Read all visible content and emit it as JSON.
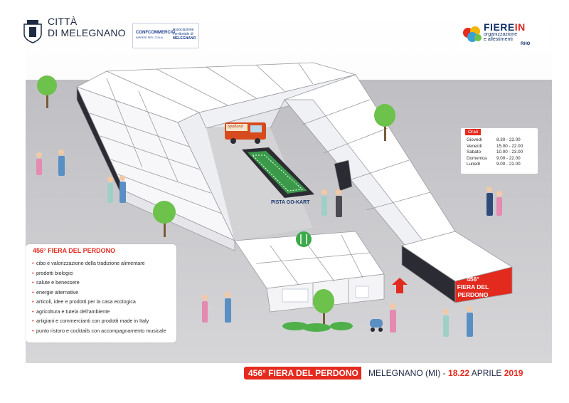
{
  "header": {
    "city": [
      "CITTÀ",
      "DI MELEGNANO"
    ],
    "confcommercio": {
      "name": "CONFCOMMERCIO",
      "sub": "IMPRESE PER L'ITALIA",
      "association": [
        "Associazione",
        "Territoriale di",
        "MELEGNANO"
      ]
    },
    "fierein": {
      "title_a": "FIERE",
      "title_b": "IN",
      "subtitle": [
        "organizzazione",
        "e allestimenti"
      ],
      "location": "RHO"
    }
  },
  "info_panel": {
    "title": "456° FIERA DEL PERDONO",
    "items": [
      "cibo e valorizzazione della tradizione alimentare",
      "prodotti biologici",
      "salute e benessere",
      "energie alternative",
      "articoli, idee e prodotti per la casa ecologica",
      "agricoltura e tutela dell'ambiente",
      "artigiani e commercianti con prodotti made in Italy",
      "punto ristoro e cocktails con accompagnamento musicale"
    ]
  },
  "hours": {
    "title": "Orari",
    "rows": [
      {
        "day": "Giovedì",
        "time": "8.30 - 22.00"
      },
      {
        "day": "Venerdì",
        "time": "15.00 - 22.00"
      },
      {
        "day": "Sabato",
        "time": "10.00 - 23.00"
      },
      {
        "day": "Domenica",
        "time": "9.00 - 22.00"
      },
      {
        "day": "Lunedì",
        "time": "9.00 - 22.00"
      }
    ]
  },
  "map": {
    "kart_label": "PISTA GO-KART",
    "tent_label": [
      "456°",
      "FIERA DEL PERDONO"
    ],
    "truck_text": "Spallanzì"
  },
  "footer": {
    "event": "456° FIERA DEL PERDONO",
    "location": "MELEGNANO (MI) - ",
    "dates": "18.22",
    "month": " APRILE ",
    "year": "2019"
  },
  "colors": {
    "accent": "#e52a1e",
    "navy": "#1f2a44",
    "ground": "#b8b8bc",
    "tent": "#f4f4f6",
    "tree": "#6cc24a"
  }
}
